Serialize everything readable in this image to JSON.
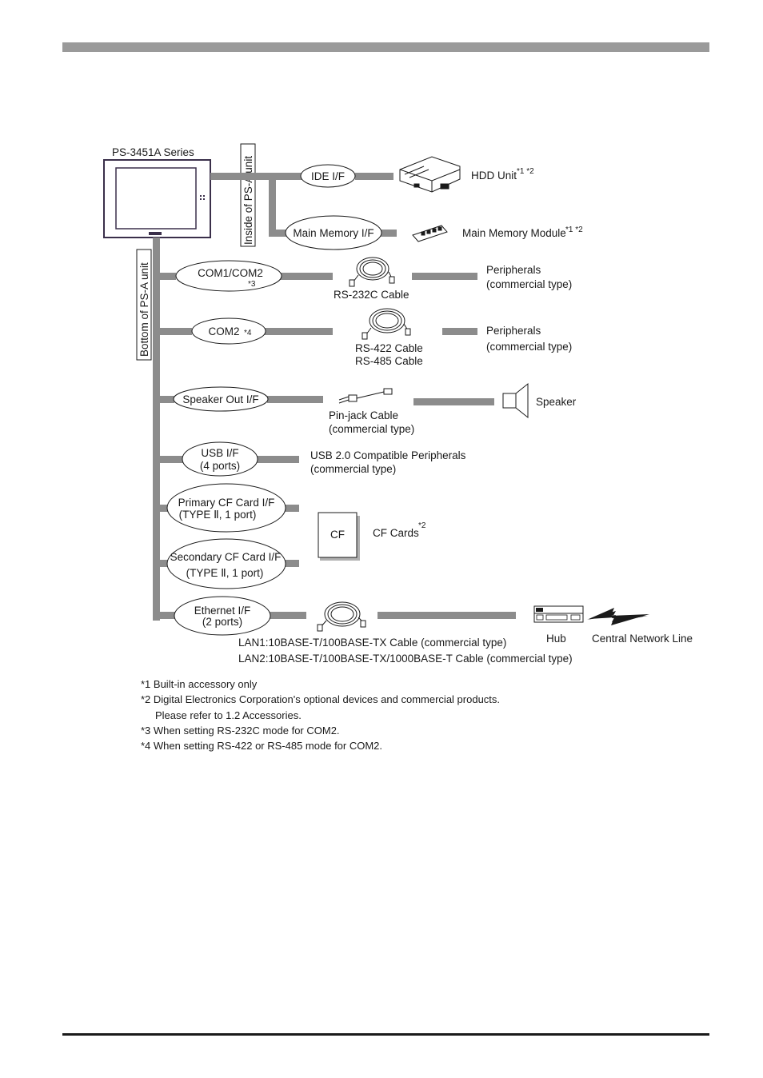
{
  "unit": {
    "series_label": "PS-3451A Series",
    "inside_label": "Inside of PS-A unit",
    "bottom_label": "Bottom of PS-A unit"
  },
  "interfaces": {
    "ide": "IDE I/F",
    "main_memory": "Main Memory I/F",
    "com1_com2": "COM1/COM2",
    "com1_com2_note": "*3",
    "com2": "COM2",
    "com2_note": "*4",
    "speaker_out": "Speaker Out I/F",
    "usb_line1": "USB I/F",
    "usb_line2": "(4 ports)",
    "primary_cf_line1": "Primary CF Card I/F",
    "primary_cf_line2": "(TYPE Ⅱ, 1 port)",
    "secondary_cf_line1": "Secondary CF Card I/F",
    "secondary_cf_line2": "(TYPE Ⅱ, 1 port)",
    "ethernet_line1": "Ethernet I/F",
    "ethernet_line2": "(2 ports)"
  },
  "devices": {
    "hdd": "HDD Unit",
    "hdd_note": "*1 *2",
    "memory_module": "Main Memory Module",
    "memory_module_note": "*1 *2",
    "rs232c_cable": "RS-232C Cable",
    "peripherals_1": "Peripherals",
    "peripherals_1_sub": "(commercial type)",
    "rs422_cable": "RS-422 Cable",
    "rs485_cable": "RS-485 Cable",
    "peripherals_2": "Peripherals",
    "peripherals_2_sub": "(commercial type)",
    "pinjack_cable": "Pin-jack Cable",
    "pinjack_sub": "(commercial type)",
    "speaker": "Speaker",
    "usb_peripherals": "USB 2.0 Compatible Peripherals",
    "usb_peripherals_sub": "(commercial type)",
    "cf_box": "CF",
    "cf_cards": "CF Cards",
    "cf_cards_note": "*2",
    "hub": "Hub",
    "network_line": "Central Network Line",
    "lan1": "LAN1:10BASE-T/100BASE-TX Cable (commercial type)",
    "lan2": "LAN2:10BASE-T/100BASE-TX/1000BASE-T Cable (commercial type)"
  },
  "footnotes": [
    "*1 Built-in accessory only",
    "*2 Digital Electronics Corporation's optional devices and commercial products.",
    "Please refer to 1.2 Accessories.",
    "*3 When setting RS-232C mode for COM2.",
    "*4 When setting RS-422 or RS-485 mode for COM2."
  ],
  "icons": [
    "hdd-unit-icon",
    "memory-module-icon",
    "serial-cable-icon",
    "pin-jack-cable-icon",
    "speaker-icon",
    "cf-card-icon",
    "lan-cable-icon",
    "hub-icon",
    "lightning-icon",
    "panel-display-icon"
  ],
  "colors": {
    "connector_bar": "#8c8c8c",
    "header_bar": "#9a9a9a",
    "panel_frame": "#3a2f4a"
  }
}
